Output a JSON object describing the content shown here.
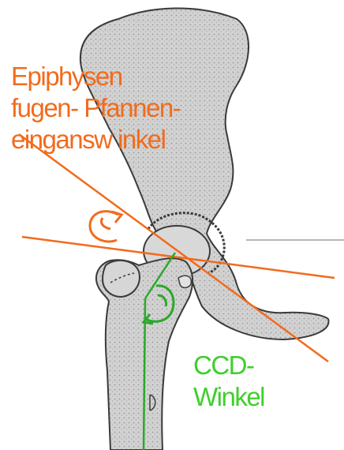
{
  "labels": {
    "epiphysis_angle": {
      "lines": [
        "Epiphysen",
        "fugen- Pfannen-",
        "eingansw inkel"
      ]
    },
    "ccd_angle": {
      "lines": [
        "CCD-",
        "Winkel"
      ]
    }
  },
  "colors": {
    "orange": "#f26b1d",
    "green": "#3ecf2b",
    "bone_fill": "#cfcfcf",
    "bone_outline": "#3a3a3a"
  }
}
